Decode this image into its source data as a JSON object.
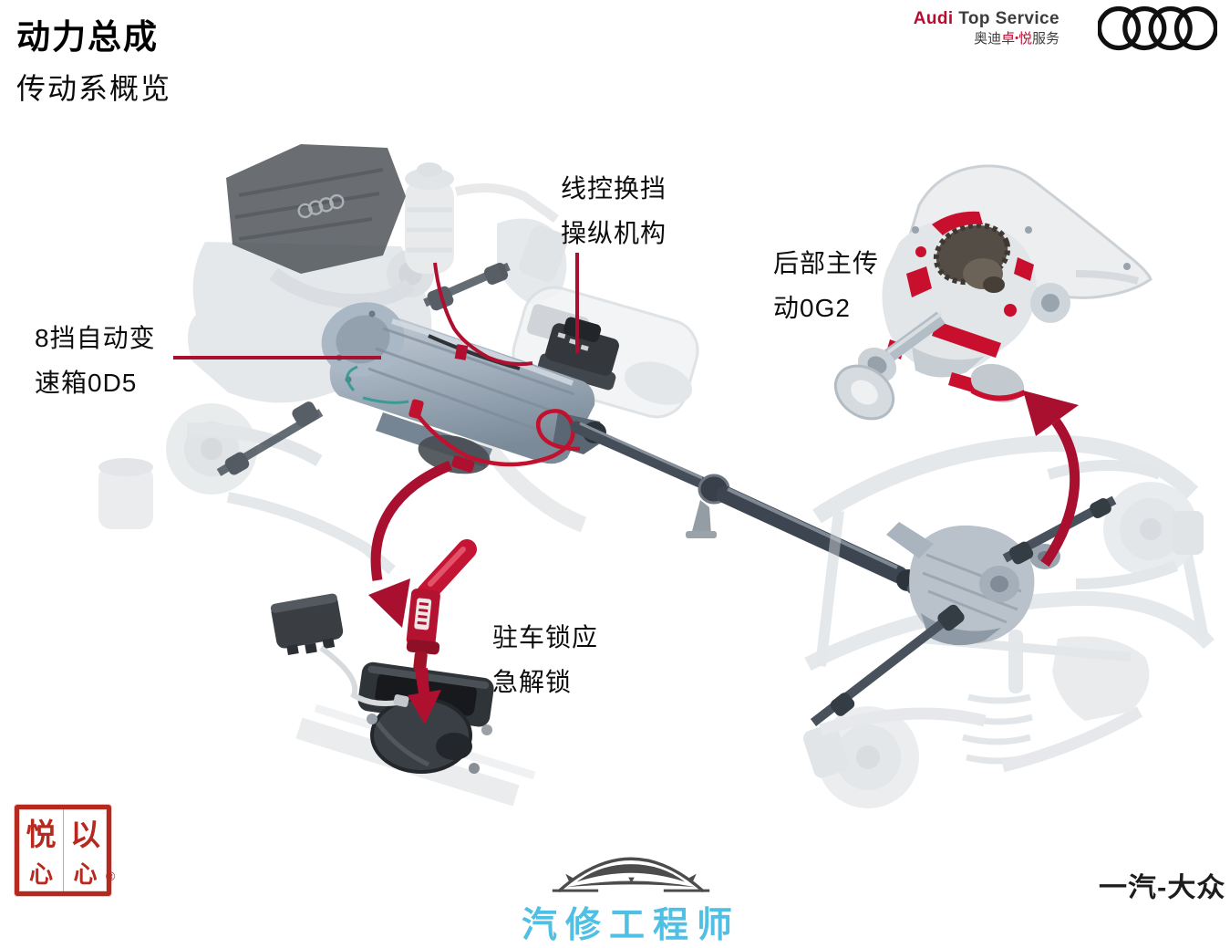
{
  "page": {
    "title": "动力总成",
    "subtitle": "传动系概览"
  },
  "header": {
    "brand": {
      "audi": "Audi",
      "top_service": " Top Service",
      "cn_prefix": "奥迪",
      "cn_zhuo": "卓",
      "cn_dot": "•",
      "cn_yue": "悦",
      "cn_suffix": "服务"
    },
    "icons": {
      "rings": "audi-rings"
    }
  },
  "diagram": {
    "labels": {
      "shift_by_wire": {
        "line1": "线控换挡",
        "line2": "操纵机构"
      },
      "rear_final_drive": {
        "line1": "后部主传",
        "line2": "动0G2"
      },
      "transmission": {
        "line1": "8挡自动变",
        "line2": "速箱0D5"
      },
      "park_lock": {
        "line1": "驻车锁应",
        "line2": "急解锁"
      }
    },
    "colors": {
      "callout_red": "#a90f2f",
      "highlight_red": "#c8102e",
      "lever_red": "#c41534",
      "metal_light": "#c9d0d6",
      "metal_mid": "#97a5b2",
      "metal_dark": "#3d4550"
    }
  },
  "footer": {
    "seal": {
      "char_yue": "悦",
      "char_yi": "以",
      "char_xin_left": "心",
      "char_xin_right": "心",
      "registered": "®",
      "icon": "yixin-seal"
    },
    "center_logo": {
      "text": "汽修工程师",
      "color": "#4fc0e3",
      "icon": "car-silhouette-icon"
    },
    "faw_vw": "一汽-大众"
  }
}
